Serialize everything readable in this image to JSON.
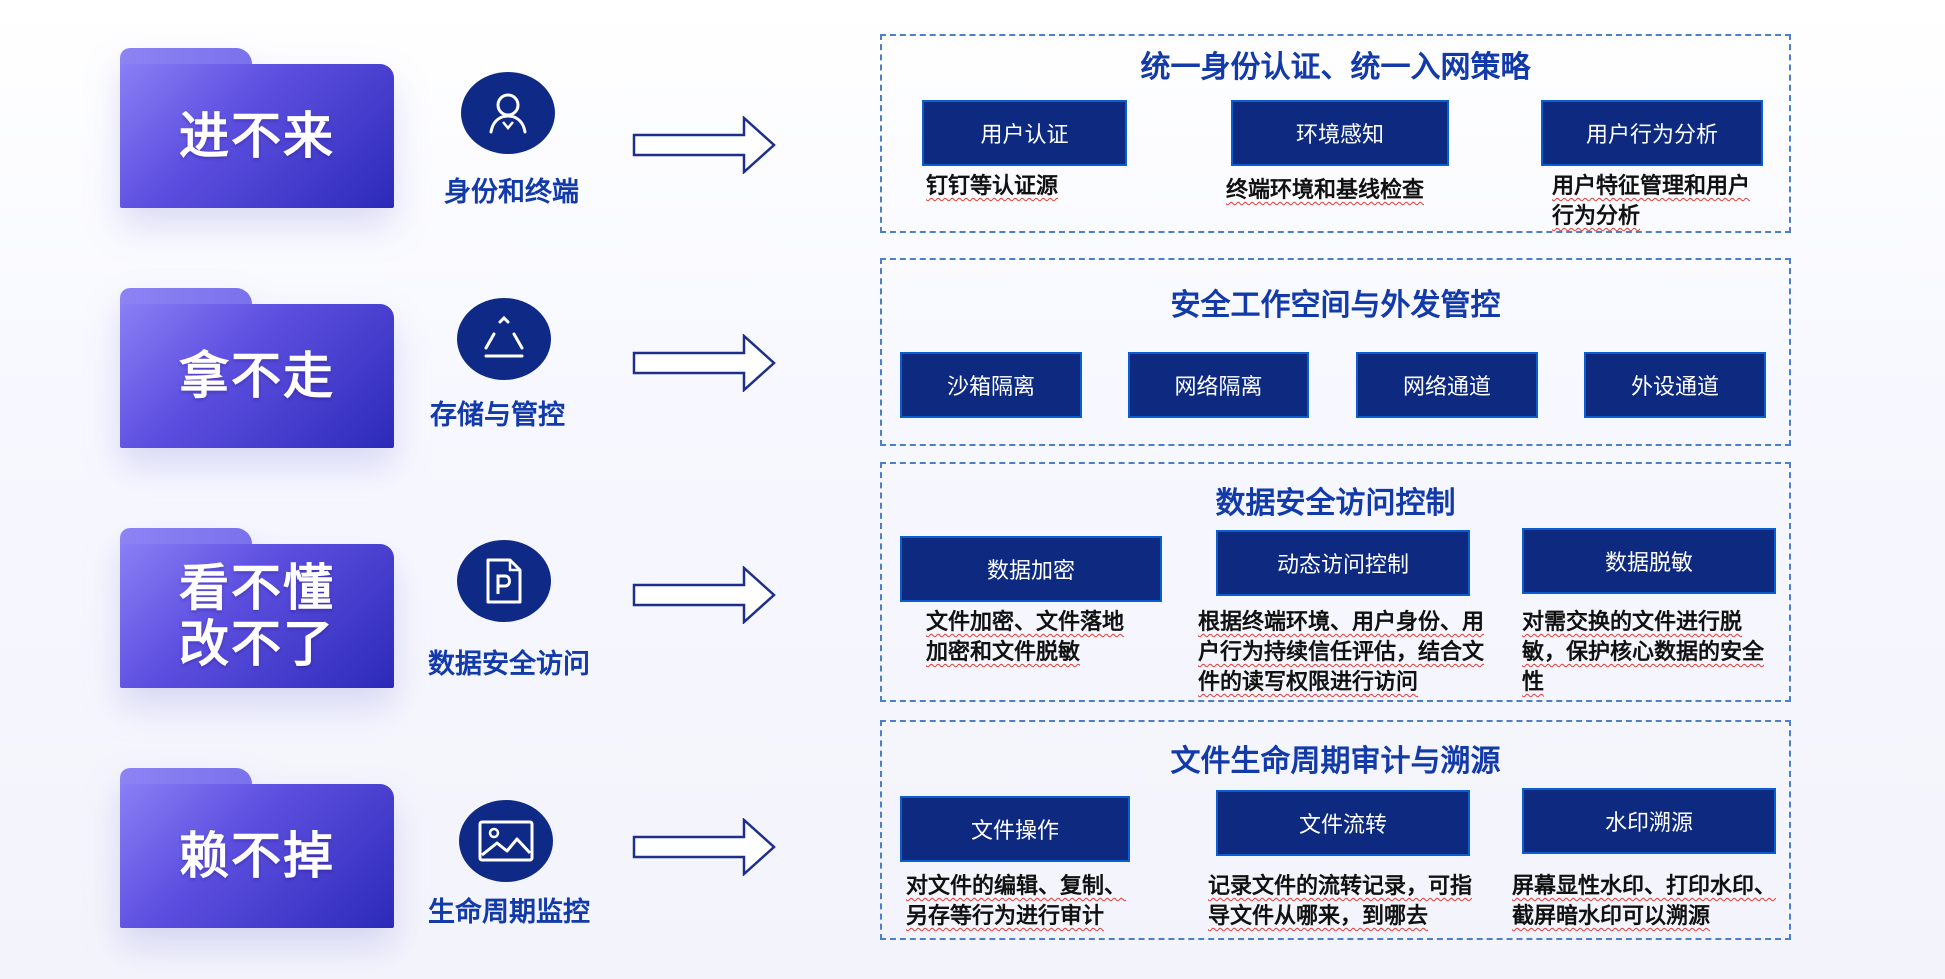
{
  "rows": [
    {
      "folder_label": "进不来",
      "icon": "user-icon",
      "caption": "身份和终端",
      "panel": {
        "title": "统一身份认证、统一入网策略",
        "items": [
          {
            "label": "用户认证",
            "desc": "钉钉等认证源"
          },
          {
            "label": "环境感知",
            "desc": "终端环境和基线检查"
          },
          {
            "label": "用户行为分析",
            "desc": "用户特征管理和用户行为分析"
          }
        ]
      }
    },
    {
      "folder_label": "拿不走",
      "icon": "recycle-triangle-icon",
      "caption": "存储与管控",
      "panel": {
        "title": "安全工作空间与外发管控",
        "items": [
          {
            "label": "沙箱隔离"
          },
          {
            "label": "网络隔离"
          },
          {
            "label": "网络通道"
          },
          {
            "label": "外设通道"
          }
        ]
      }
    },
    {
      "folder_label": "看不懂\n改不了",
      "icon": "document-p-icon",
      "caption": "数据安全访问",
      "panel": {
        "title": "数据安全访问控制",
        "items": [
          {
            "label": "数据加密",
            "desc": "文件加密、文件落地加密和文件脱敏"
          },
          {
            "label": "动态访问控制",
            "desc": "根据终端环境、用户身份、用户行为持续信任评估，结合文件的读写权限进行访问"
          },
          {
            "label": "数据脱敏",
            "desc": "对需交换的文件进行脱敏，保护核心数据的安全性"
          }
        ]
      }
    },
    {
      "folder_label": "赖不掉",
      "icon": "image-icon",
      "caption": "生命周期监控",
      "panel": {
        "title": "文件生命周期审计与溯源",
        "items": [
          {
            "label": "文件操作",
            "desc": "对文件的编辑、复制、另存等行为进行审计"
          },
          {
            "label": "文件流转",
            "desc": "记录文件的流转记录，可指导文件从哪来，到哪去"
          },
          {
            "label": "水印溯源",
            "desc": "屏幕显性水印、打印水印、截屏暗水印可以溯源"
          }
        ]
      }
    }
  ],
  "colors": {
    "accent_blue": "#123aa8",
    "box_fill": "#0d2a80",
    "folder_gradient_start": "#8a7ff5",
    "folder_gradient_end": "#2d2ab8",
    "panel_border": "#4c7fc8"
  }
}
